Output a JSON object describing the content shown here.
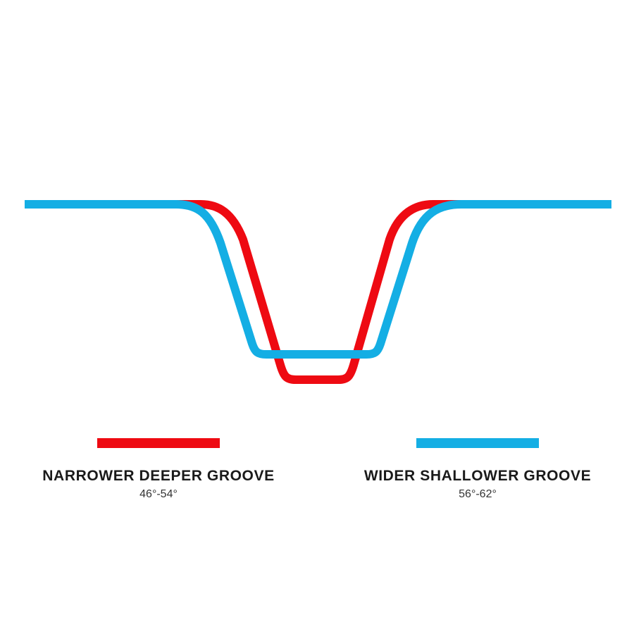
{
  "colors": {
    "narrow_groove": "#ee0a12",
    "wide_groove": "#14aee4",
    "text": "#1a1a1a"
  },
  "legend": {
    "narrow": {
      "title": "NARROWER DEEPER GROOVE",
      "angle_range": "46°-54°"
    },
    "wide": {
      "title": "WIDER SHALLOWER GROOVE",
      "angle_range": "56°-62°"
    }
  }
}
